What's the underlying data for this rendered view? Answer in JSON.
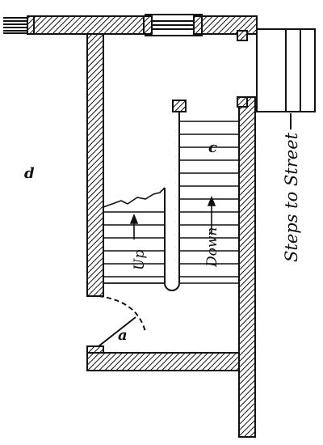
{
  "labels": {
    "room": "d",
    "door": "a",
    "stair": "c",
    "up": "Up",
    "down": "Down",
    "steps_to_street": "Steps to Street"
  },
  "colors": {
    "ink": "#111111",
    "paper": "#ffffff"
  }
}
